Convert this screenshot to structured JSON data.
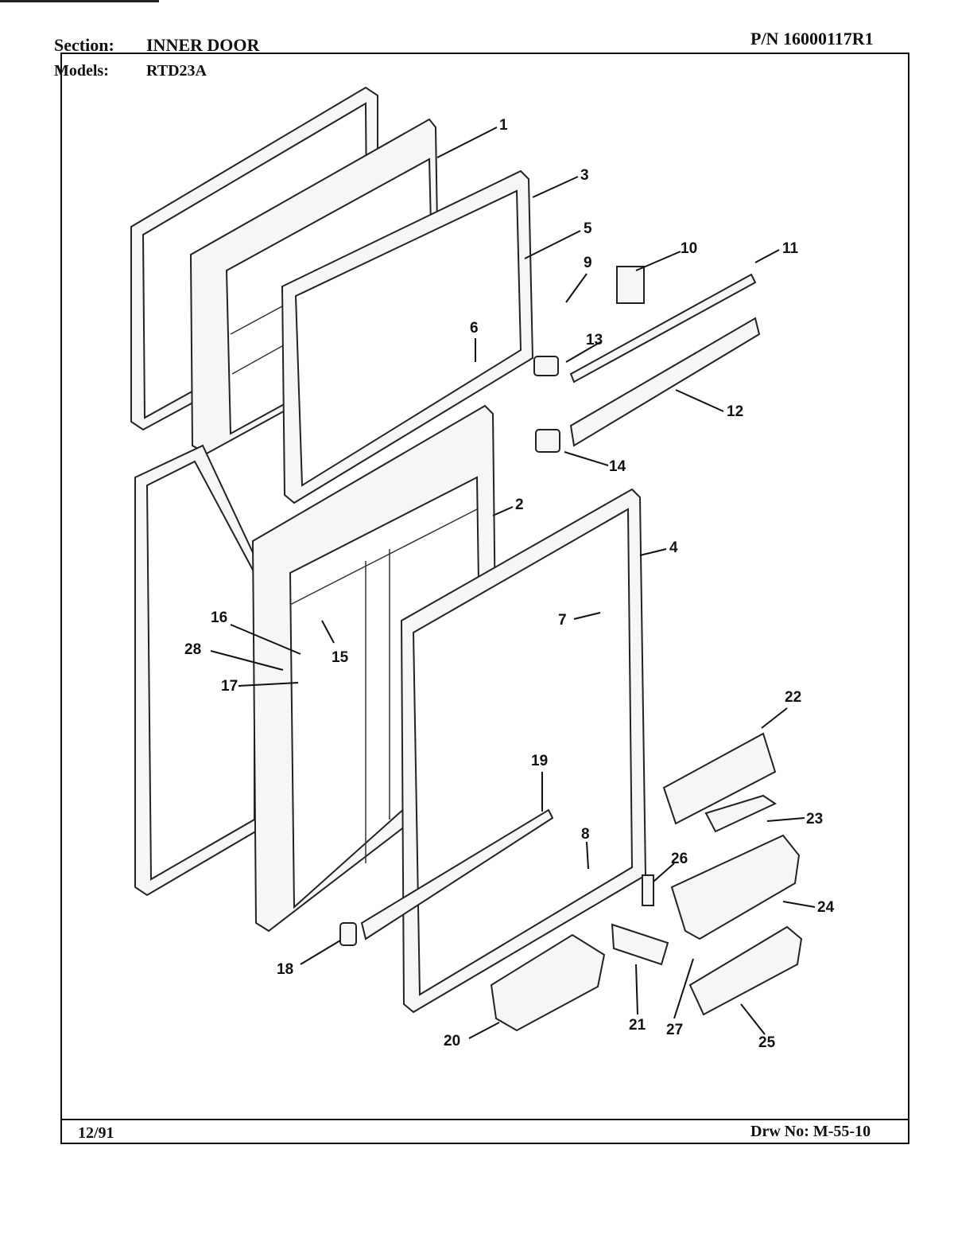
{
  "header": {
    "section_label": "Section:",
    "section_value": "INNER DOOR",
    "models_label": "Models:",
    "models_value": "RTD23A",
    "part_number": "P/N 16000117R1"
  },
  "footer": {
    "date": "12/91",
    "drawing_number": "Drw No: M-55-10"
  },
  "callouts": [
    "1",
    "2",
    "3",
    "4",
    "5",
    "6",
    "7",
    "8",
    "9",
    "10",
    "11",
    "12",
    "13",
    "14",
    "15",
    "16",
    "17",
    "18",
    "19",
    "20",
    "21",
    "22",
    "23",
    "24",
    "25",
    "26",
    "27",
    "28"
  ]
}
